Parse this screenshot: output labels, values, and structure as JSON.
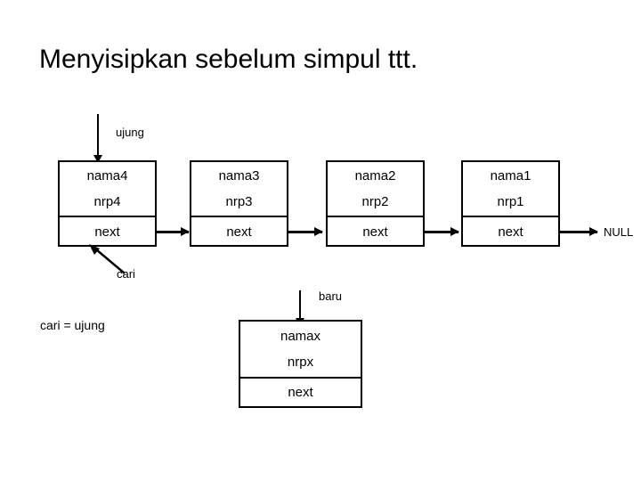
{
  "slide": {
    "title": "Menyisipkan sebelum simpul ttt.",
    "background_color": "#ffffff",
    "line_color": "#000000",
    "text_color": "#000000"
  },
  "diagram": {
    "type": "singly-linked-list-insert-before-tail",
    "list_nodes": [
      {
        "name": "nama4",
        "nrp": "nrp4",
        "next": "next"
      },
      {
        "name": "nama3",
        "nrp": "nrp3",
        "next": "next"
      },
      {
        "name": "nama2",
        "nrp": "nrp2",
        "next": "next"
      },
      {
        "name": "nama1",
        "nrp": "nrp1",
        "next": "next"
      }
    ],
    "new_node": {
      "name": "namax",
      "nrp": "nrpx",
      "next": "next"
    },
    "terminator": "NULL",
    "pointers": {
      "ujung": "ujung",
      "cari": "cari",
      "baru": "baru"
    },
    "statement": "cari = ujung"
  }
}
